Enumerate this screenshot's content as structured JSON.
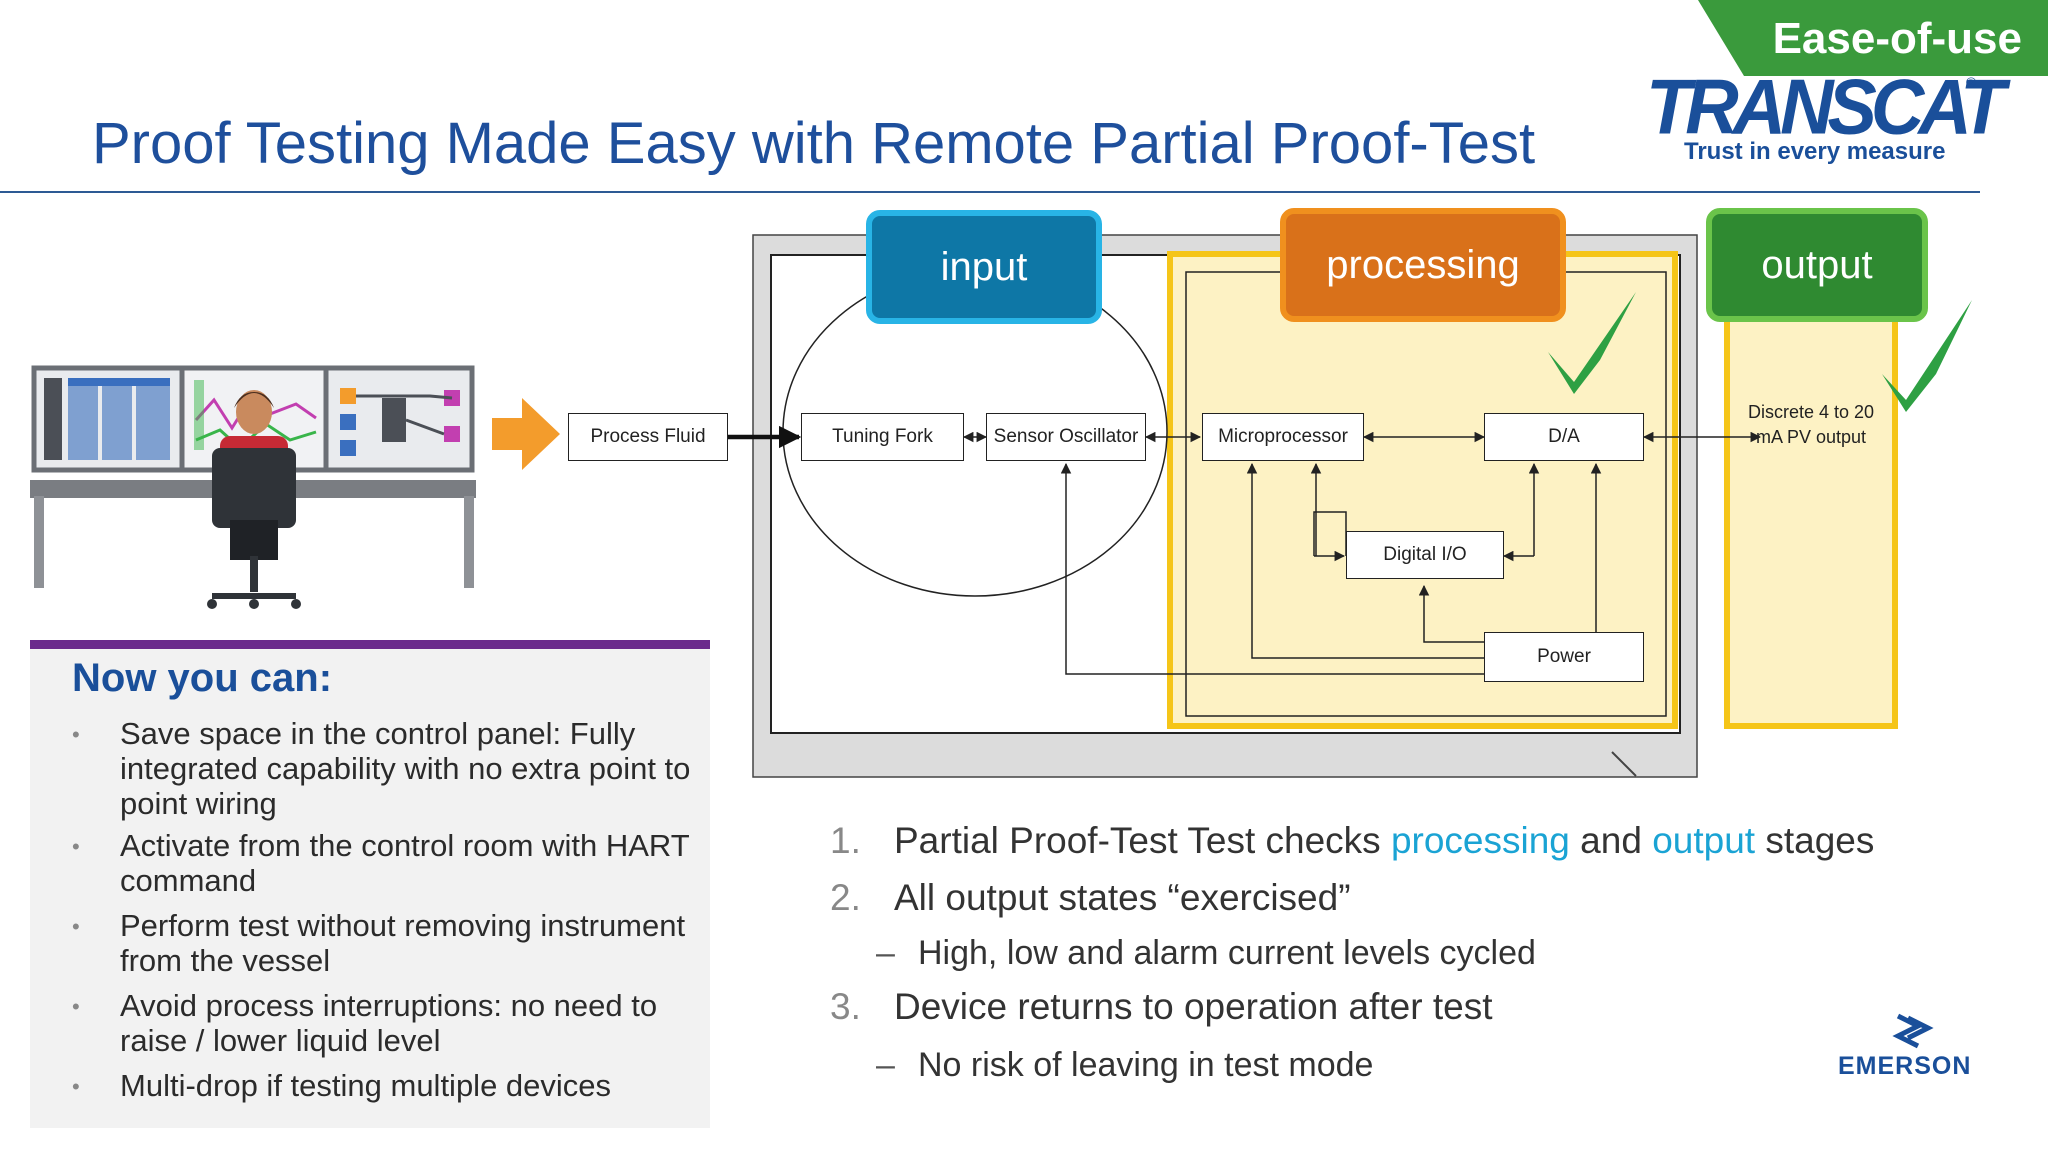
{
  "header": {
    "banner_label": "Ease-of-use",
    "title": "Proof Testing Made Easy with Remote Partial Proof-Test",
    "logo_word": "TRANSCAT",
    "logo_reg": "®",
    "logo_tagline": "Trust in every measure"
  },
  "diagram": {
    "stage_input": "input",
    "stage_processing": "processing",
    "stage_output": "output",
    "blocks": {
      "process_fluid": "Process Fluid",
      "tuning_fork": "Tuning Fork",
      "sensor_oscillator": "Sensor Oscillator",
      "microprocessor": "Microprocessor",
      "da": "D/A",
      "digital_io": "Digital I/O",
      "power": "Power"
    },
    "output_note": "Discrete 4 to 20 mA PV output"
  },
  "panel": {
    "heading": "Now you can:",
    "bullets": [
      "Save space in the control panel: Fully integrated capability with no extra point to point wiring",
      "Activate from the control room with HART command",
      "Perform test without removing instrument from the vessel",
      "Avoid process interruptions: no need to raise / lower liquid level",
      "Multi-drop if testing multiple devices"
    ]
  },
  "steps": {
    "item1": {
      "num": "1.",
      "pre": "Partial Proof-Test Test checks ",
      "hl1": "processing",
      "mid": " and ",
      "hl2": "output",
      "post": " stages"
    },
    "item2": {
      "num": "2.",
      "text": "All output states “exercised”"
    },
    "sub2": {
      "dash": "–",
      "text": "High, low and alarm current levels cycled"
    },
    "item3": {
      "num": "3.",
      "text": "Device returns to operation after test"
    },
    "sub3": {
      "dash": "–",
      "text": "No risk of leaving in test mode"
    }
  },
  "footer": {
    "brand": "EMERSON"
  },
  "colors": {
    "title": "#1e4f9c",
    "banner": "#3a9a3c",
    "input": "#0e77a6",
    "processing": "#d9711a",
    "output": "#2f8a31",
    "highlight_box": "#f5c518",
    "panel_rule": "#6b2a8c",
    "accent_text": "#1aa3d4"
  },
  "icons": [
    "operator-workstation-icon",
    "arrow-right-icon",
    "checkmark-icon",
    "emerson-logo-icon"
  ]
}
